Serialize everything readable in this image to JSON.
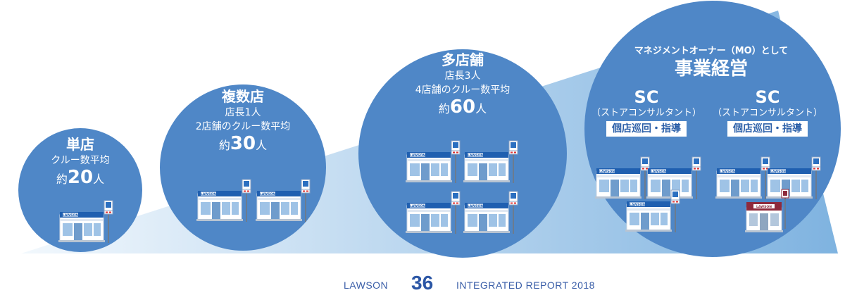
{
  "colors": {
    "circle": "#4f87c7",
    "wedge_start": "#eaf3fb",
    "wedge_end": "#6aa7db",
    "brand": "#2b56a5"
  },
  "circles": [
    {
      "title": "単店",
      "lines": [
        "クルー数平均"
      ],
      "count_prefix": "約",
      "count_num": "20",
      "count_suffix": "人"
    },
    {
      "title": "複数店",
      "lines": [
        "店長1人",
        "2店舗のクルー数平均"
      ],
      "count_prefix": "約",
      "count_num": "30",
      "count_suffix": "人"
    },
    {
      "title": "多店舗",
      "lines": [
        "店長3人",
        "4店舗のクルー数平均"
      ],
      "count_prefix": "約",
      "count_num": "60",
      "count_suffix": "人"
    },
    {
      "subtitle": "マネジメントオーナー（MO）として",
      "title": "事業経営",
      "sc": [
        {
          "label": "SC",
          "sub": "（ストアコンサルタント）",
          "tag": "個店巡回・指導"
        },
        {
          "label": "SC",
          "sub": "（ストアコンサルタント）",
          "tag": "個店巡回・指導"
        }
      ]
    }
  ],
  "store_sign": "LAWSON",
  "footer": {
    "left": "LAWSON",
    "page": "36",
    "right": "INTEGRATED REPORT 2018"
  }
}
